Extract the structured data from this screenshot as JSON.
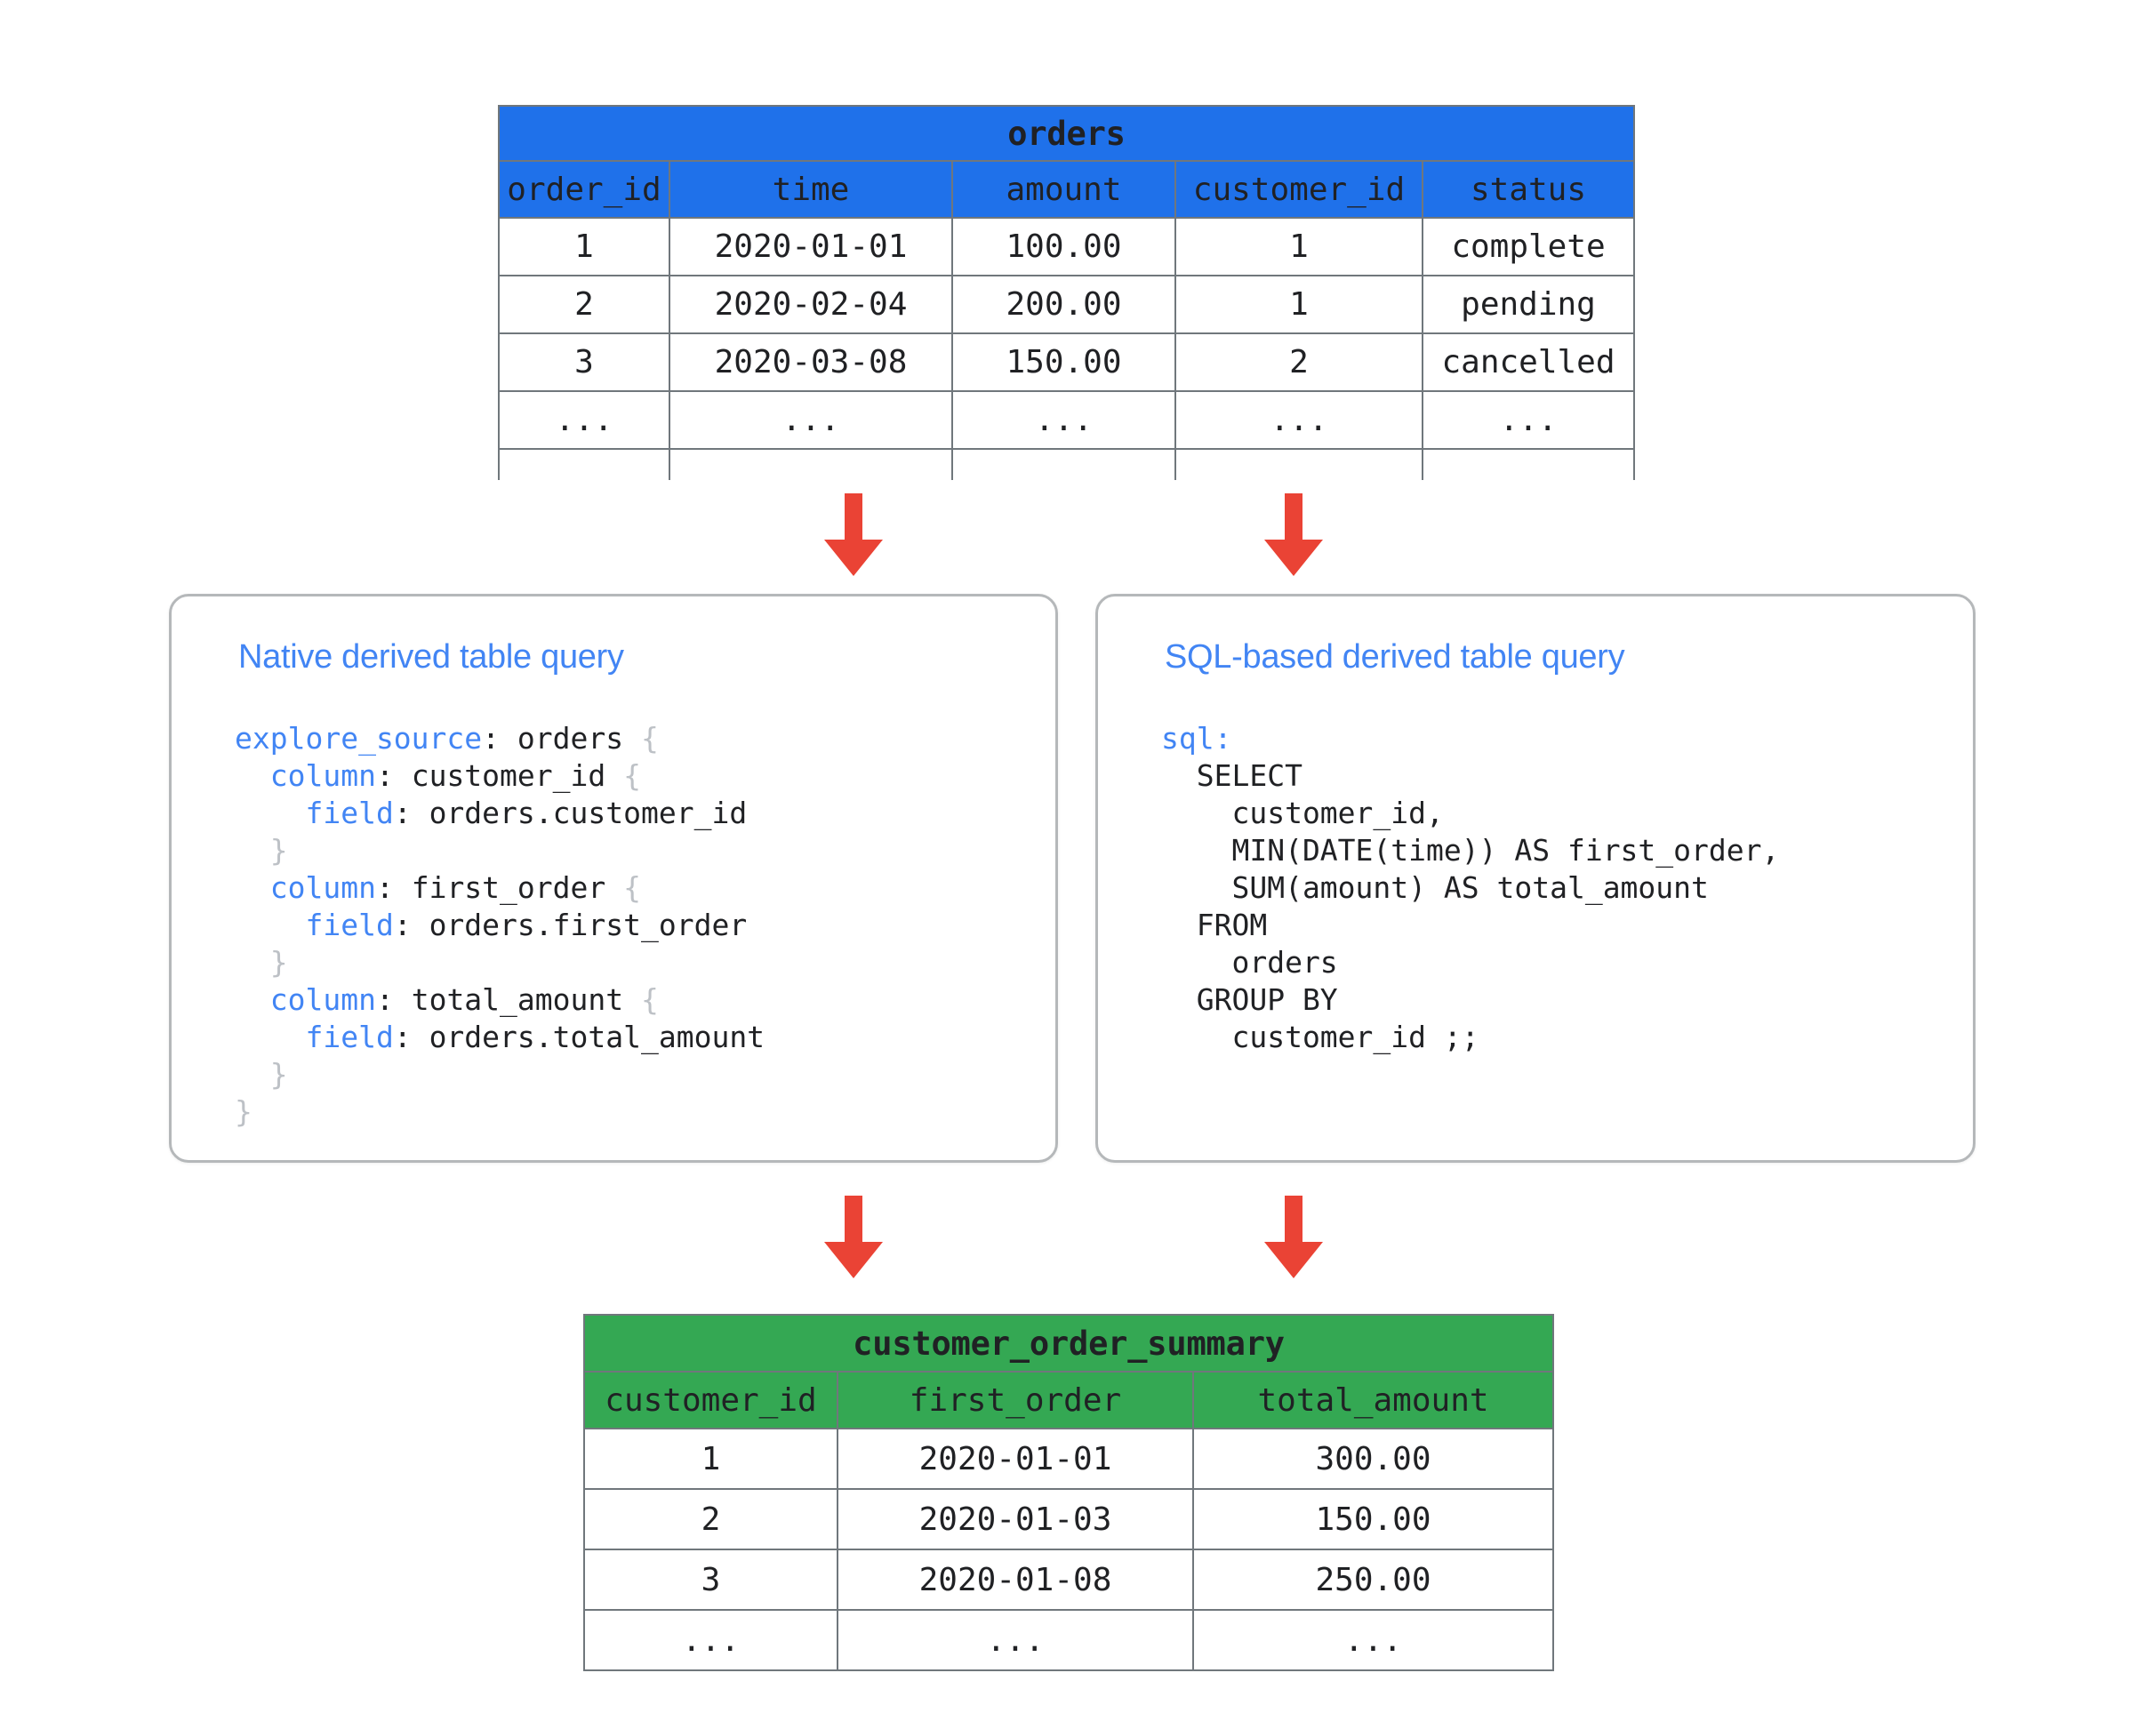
{
  "diagram": {
    "title": "Looker derived table diagram",
    "colors": {
      "source_table_header": "#1f71ea",
      "result_table_header": "#34a853",
      "arrow": "#ea4335",
      "card_title": "#4285f4",
      "card_border": "#b5b8ba",
      "table_border": "#70777c"
    }
  },
  "source_table": {
    "name": "orders",
    "columns": [
      "order_id",
      "time",
      "amount",
      "customer_id",
      "status"
    ],
    "rows": [
      [
        "1",
        "2020-01-01",
        "100.00",
        "1",
        "complete"
      ],
      [
        "2",
        "2020-02-04",
        "200.00",
        "1",
        "pending"
      ],
      [
        "3",
        "2020-03-08",
        "150.00",
        "2",
        "cancelled"
      ],
      [
        "...",
        "...",
        "...",
        "...",
        "..."
      ],
      [
        "",
        "",
        "",
        "",
        ""
      ]
    ]
  },
  "result_table": {
    "name": "customer_order_summary",
    "columns": [
      "customer_id",
      "first_order",
      "total_amount"
    ],
    "rows": [
      [
        "1",
        "2020-01-01",
        "300.00"
      ],
      [
        "2",
        "2020-01-03",
        "150.00"
      ],
      [
        "3",
        "2020-01-08",
        "250.00"
      ],
      [
        "...",
        "...",
        "..."
      ]
    ]
  },
  "native_card": {
    "title": "Native derived table query",
    "code_lines": [
      [
        {
          "t": "explore_source",
          "c": "kw"
        },
        {
          "t": ": orders ",
          "c": ""
        },
        {
          "t": "{",
          "c": "brc"
        }
      ],
      [
        {
          "t": "  ",
          "c": ""
        },
        {
          "t": "column",
          "c": "kw"
        },
        {
          "t": ": customer_id ",
          "c": ""
        },
        {
          "t": "{",
          "c": "brc"
        }
      ],
      [
        {
          "t": "    ",
          "c": ""
        },
        {
          "t": "field",
          "c": "kw"
        },
        {
          "t": ": orders.customer_id",
          "c": ""
        }
      ],
      [
        {
          "t": "  ",
          "c": ""
        },
        {
          "t": "}",
          "c": "brc"
        }
      ],
      [
        {
          "t": "  ",
          "c": ""
        },
        {
          "t": "column",
          "c": "kw"
        },
        {
          "t": ": first_order ",
          "c": ""
        },
        {
          "t": "{",
          "c": "brc"
        }
      ],
      [
        {
          "t": "    ",
          "c": ""
        },
        {
          "t": "field",
          "c": "kw"
        },
        {
          "t": ": orders.first_order",
          "c": ""
        }
      ],
      [
        {
          "t": "  ",
          "c": ""
        },
        {
          "t": "}",
          "c": "brc"
        }
      ],
      [
        {
          "t": "  ",
          "c": ""
        },
        {
          "t": "column",
          "c": "kw"
        },
        {
          "t": ": total_amount ",
          "c": ""
        },
        {
          "t": "{",
          "c": "brc"
        }
      ],
      [
        {
          "t": "    ",
          "c": ""
        },
        {
          "t": "field",
          "c": "kw"
        },
        {
          "t": ": orders.total_amount",
          "c": ""
        }
      ],
      [
        {
          "t": "  ",
          "c": ""
        },
        {
          "t": "}",
          "c": "brc"
        }
      ],
      [
        {
          "t": "}",
          "c": "brc"
        }
      ]
    ]
  },
  "sql_card": {
    "title": "SQL-based derived table query",
    "code_lines": [
      [
        {
          "t": "sql",
          "c": "kw"
        },
        {
          "t": ":",
          "c": "kw"
        }
      ],
      [
        {
          "t": "  SELECT",
          "c": ""
        }
      ],
      [
        {
          "t": "    customer_id,",
          "c": ""
        }
      ],
      [
        {
          "t": "    MIN(DATE(time)) AS first_order,",
          "c": ""
        }
      ],
      [
        {
          "t": "    SUM(amount) AS total_amount",
          "c": ""
        }
      ],
      [
        {
          "t": "  FROM",
          "c": ""
        }
      ],
      [
        {
          "t": "    orders",
          "c": ""
        }
      ],
      [
        {
          "t": "  GROUP BY",
          "c": ""
        }
      ],
      [
        {
          "t": "    customer_id ;;",
          "c": ""
        }
      ]
    ]
  },
  "arrows": [
    {
      "name": "arrow-orders-to-native"
    },
    {
      "name": "arrow-orders-to-sql"
    },
    {
      "name": "arrow-native-to-summary"
    },
    {
      "name": "arrow-sql-to-summary"
    }
  ]
}
